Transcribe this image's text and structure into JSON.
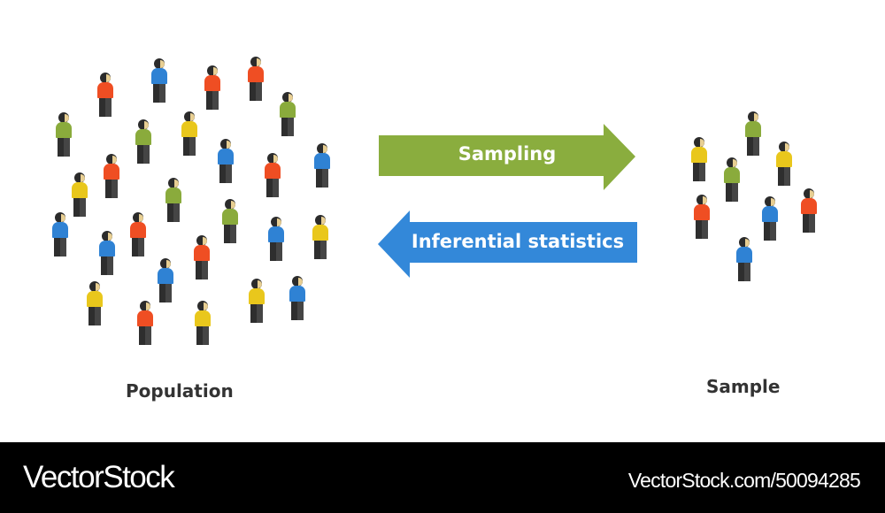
{
  "colors": {
    "orange": "#ef4e23",
    "blue": "#2f82d4",
    "green": "#8aab3c",
    "yellow": "#e9c71c"
  },
  "population": {
    "label": "Population",
    "people": [
      "orange",
      "blue",
      "orange",
      "orange",
      "green",
      "green",
      "green",
      "yellow",
      "blue",
      "orange",
      "orange",
      "blue",
      "yellow",
      "green",
      "green",
      "blue",
      "orange",
      "blue",
      "orange",
      "blue",
      "yellow",
      "blue",
      "yellow",
      "orange",
      "yellow",
      "yellow",
      "blue"
    ]
  },
  "sample": {
    "label": "Sample",
    "people": [
      "yellow",
      "green",
      "yellow",
      "green",
      "orange",
      "blue",
      "orange",
      "blue"
    ]
  },
  "arrows": {
    "sampling": {
      "label": "Sampling",
      "direction": "right",
      "color": "#8aad3e"
    },
    "inference": {
      "label": "Inferential statistics",
      "direction": "left",
      "color": "#3388d9"
    }
  },
  "footer": {
    "brand": "VectorStock",
    "url": "VectorStock.com/50094285"
  }
}
